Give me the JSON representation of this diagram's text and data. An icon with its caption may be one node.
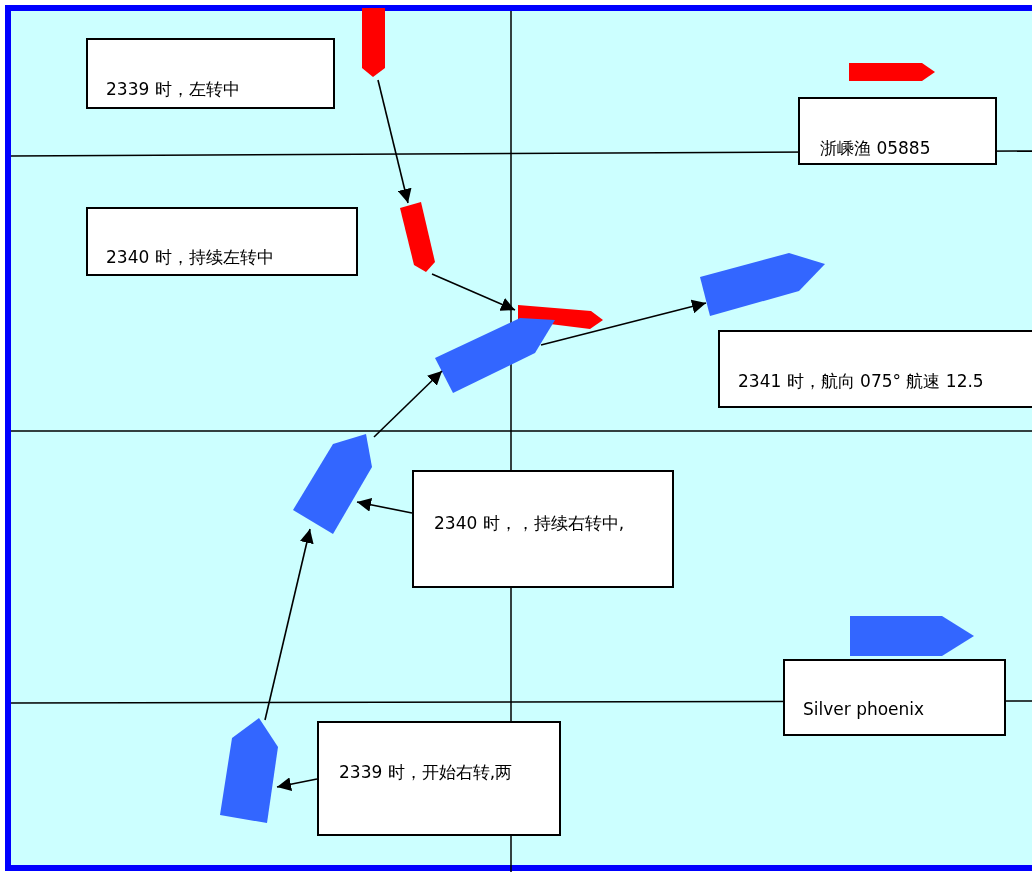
{
  "diagram": {
    "nodes": [
      {
        "text": [],
        "shape": "ship"
      },
      {
        "text": [
          "2339 时，左转中"
        ]
      },
      {
        "text": [
          "2340 时，持续左转中"
        ]
      },
      {
        "text": [],
        "shape": "ship"
      },
      {
        "text": [],
        "shape": "ship"
      },
      {
        "text": [],
        "shape": "ship"
      },
      {
        "text": [],
        "shape": "ship"
      },
      {
        "text": [
          "2341 时，航向 075° 航速 12.5"
        ]
      },
      {
        "text": [],
        "shape": "ship"
      },
      {
        "text": [
          "2340 时，，持续右转中,"
        ]
      },
      {
        "text": [],
        "shape": "ship"
      },
      {
        "text": [
          "2339 时，开始右转,两"
        ]
      }
    ],
    "edges": [
      {
        "from": 0,
        "to": 3,
        "arrow": "to"
      },
      {
        "from": 3,
        "to": 4,
        "arrow": "to"
      },
      {
        "from": 10,
        "to": 8,
        "arrow": "to"
      },
      {
        "from": 8,
        "to": 5,
        "arrow": "to"
      },
      {
        "from": 5,
        "to": 6,
        "arrow": "to"
      },
      {
        "from": 9,
        "to": 8,
        "arrow": "to"
      },
      {
        "from": 11,
        "to": 10,
        "arrow": "to"
      }
    ],
    "legend": [
      {
        "text": "浙嵊渔 05885",
        "color": "#ff0000"
      },
      {
        "text": "Silver phoenix",
        "color": "#3366ff"
      }
    ]
  }
}
